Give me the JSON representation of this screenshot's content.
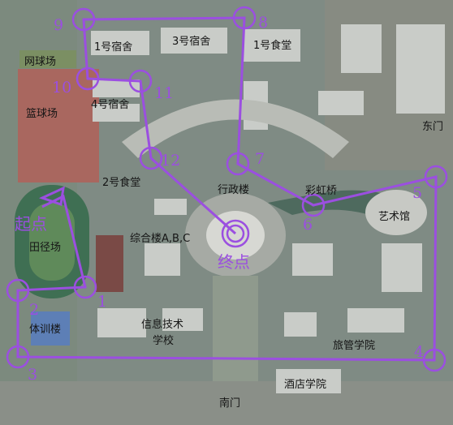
{
  "map": {
    "colors": {
      "route": "#9b4fe0",
      "ground": "#7f8b84",
      "building": "#c9ccc8",
      "track": "#3f6f53",
      "field": "#a9675f",
      "water": "#4e6a5e"
    },
    "labels": {
      "dorm1": "1号宿舍",
      "dorm3": "3号宿舍",
      "canteen1": "1号食堂",
      "tennis": "网球场",
      "basketball": "篮球场",
      "dorm4": "4号宿舍",
      "east_gate": "东门",
      "canteen2": "2号食堂",
      "admin": "行政楼",
      "rainbow_bridge": "彩虹桥",
      "art_hall": "艺术馆",
      "complex": "综合楼A,B,C",
      "track_field": "田径场",
      "gym": "体训楼",
      "it_school_line1": "信息技术",
      "it_school_line2": "学校",
      "tourism": "旅管学院",
      "hotel": "酒店学院",
      "south_gate": "南门",
      "start": "起点",
      "end": "终点"
    },
    "checkpoints": [
      "1",
      "2",
      "3",
      "4",
      "5",
      "6",
      "7",
      "8",
      "9",
      "10",
      "11",
      "12"
    ]
  }
}
